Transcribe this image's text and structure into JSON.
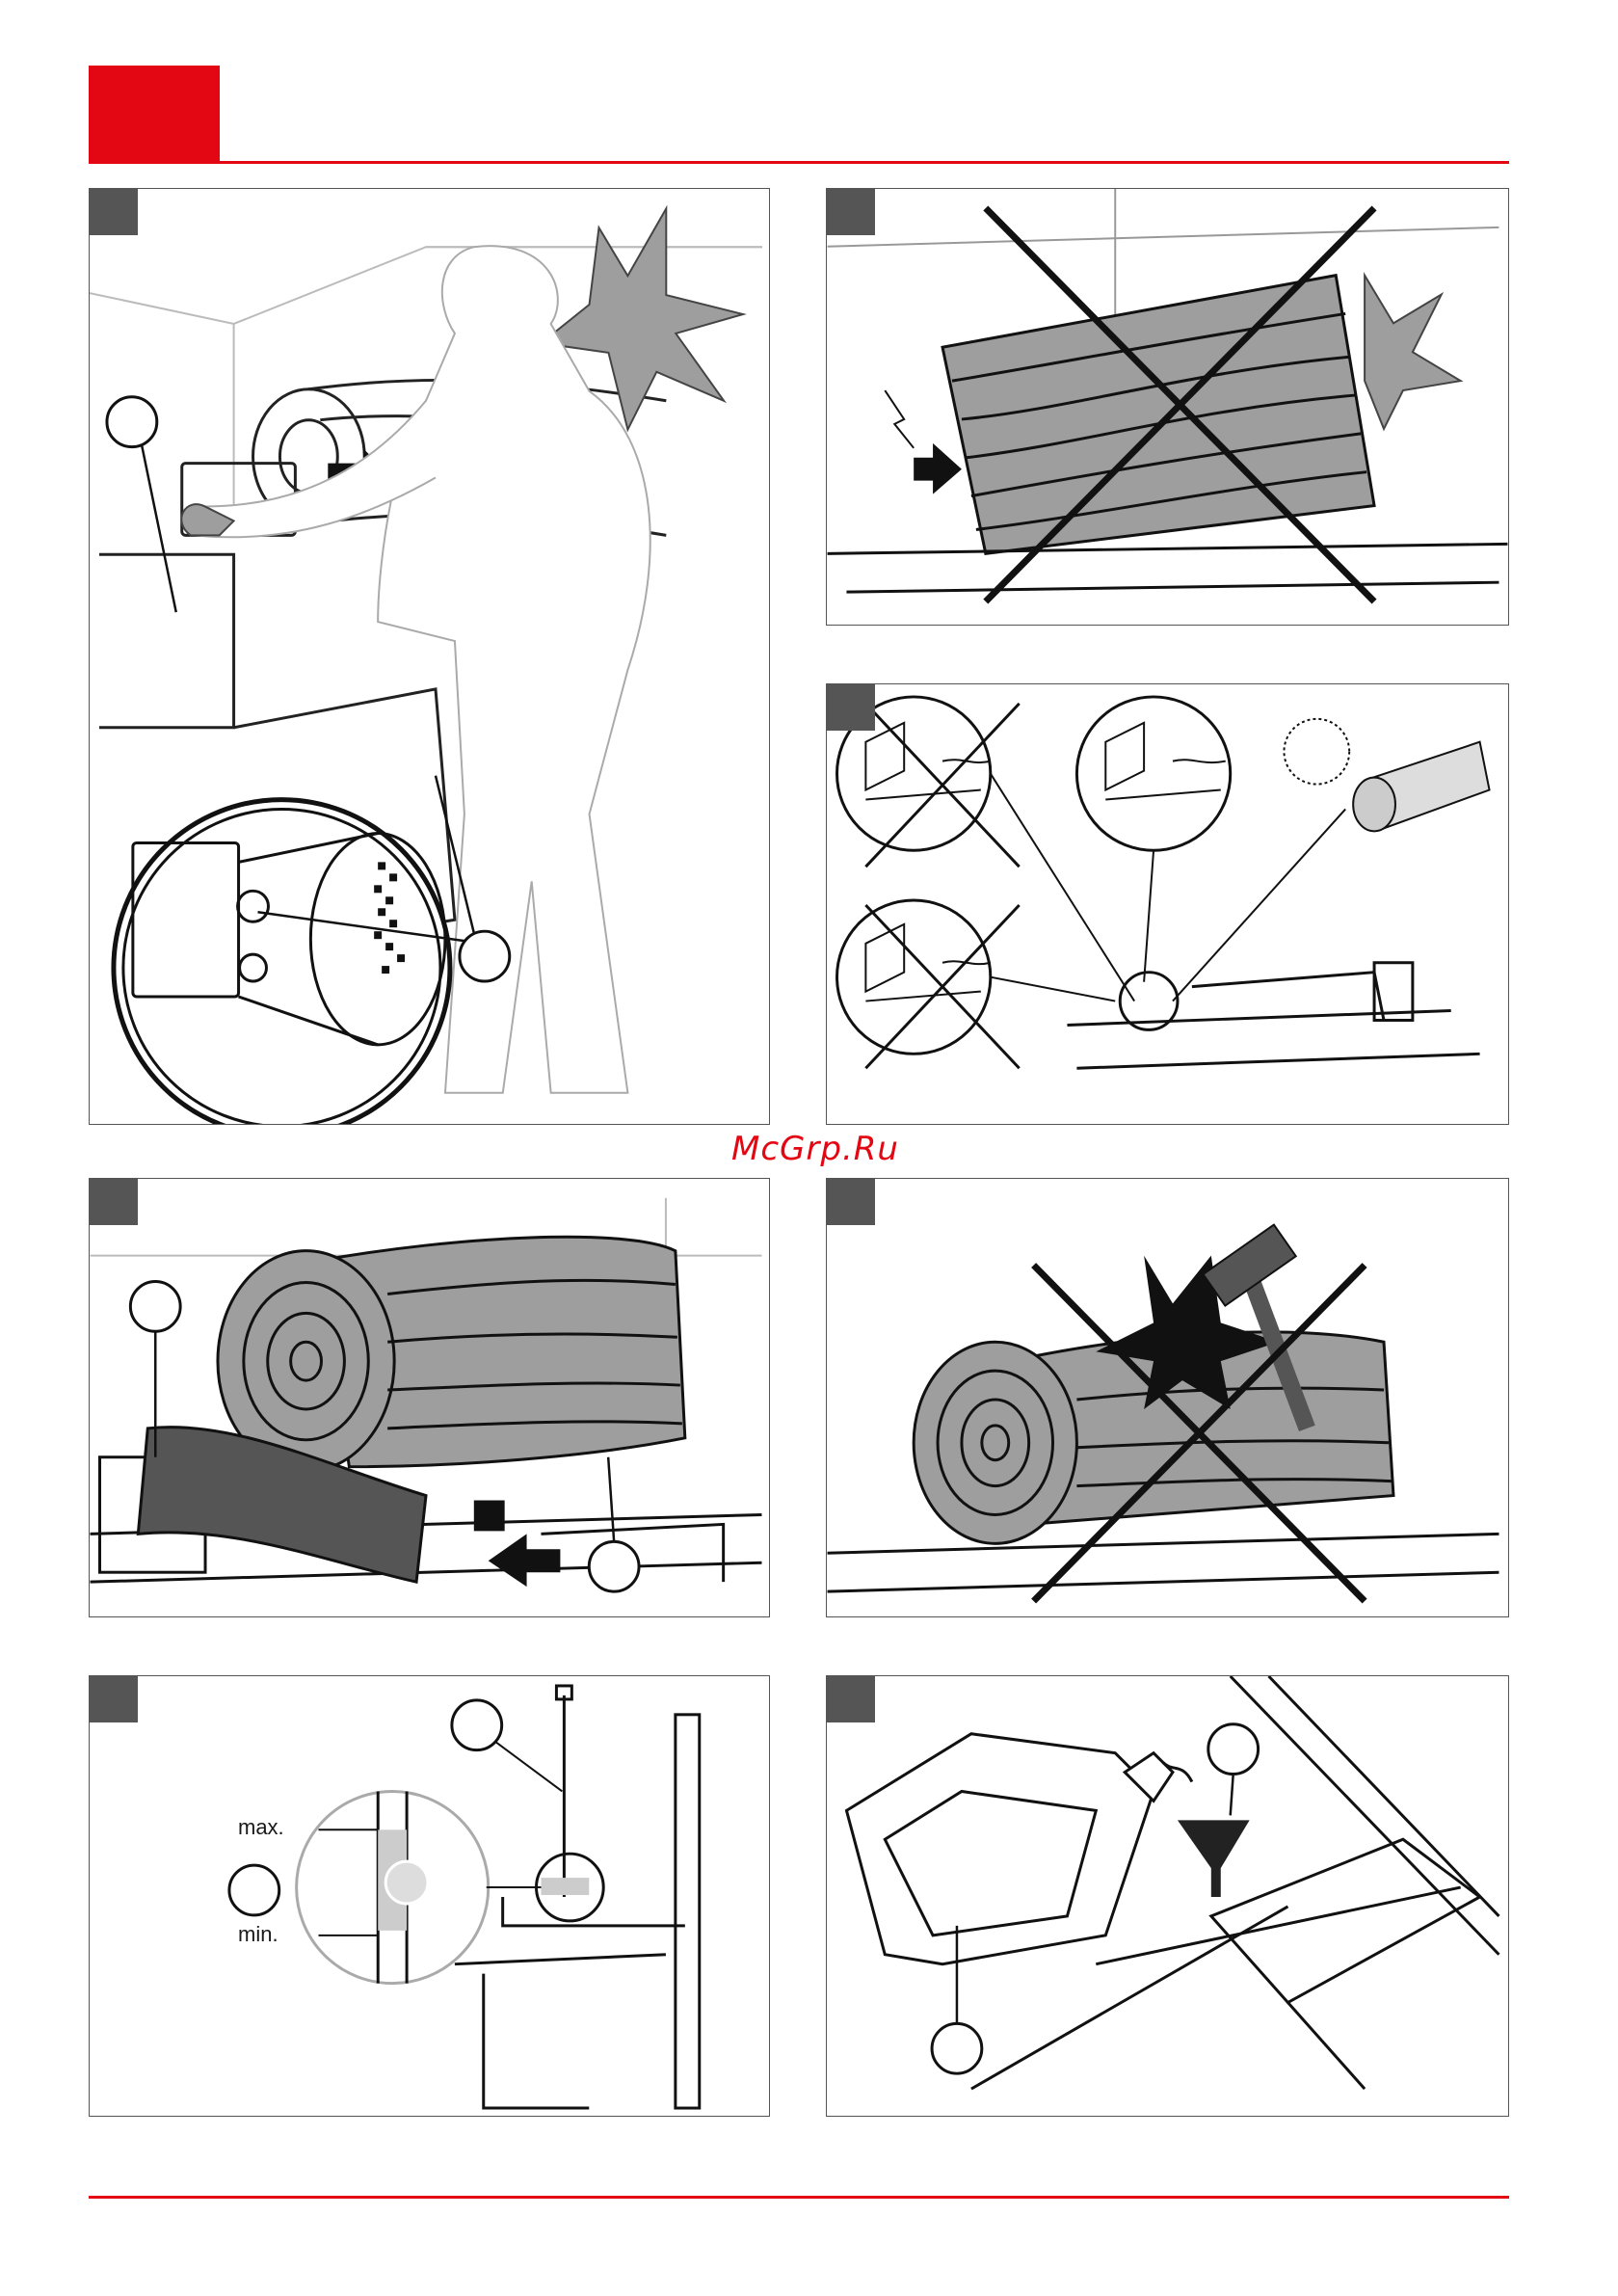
{
  "watermark": "McGrp.Ru",
  "colors": {
    "accent": "#e30613",
    "panel_border": "#555555",
    "tag": "#555555",
    "wood": "#9e9e9e"
  },
  "panels": [
    {
      "id": "start-motor",
      "callouts": 2
    },
    {
      "id": "log-jam-warning",
      "crossed": true
    },
    {
      "id": "log-cut-position",
      "crossed_options": 2
    },
    {
      "id": "log-load",
      "callouts": 1
    },
    {
      "id": "no-hammer-warning",
      "crossed": true
    },
    {
      "id": "oil-level-check",
      "callouts": 2
    },
    {
      "id": "oil-refill",
      "callouts": 2
    }
  ],
  "oil_gauge": {
    "max_label": "max.",
    "min_label": "min."
  },
  "icons": [
    "arrow-right-icon",
    "impact-burst-icon",
    "cross-out-icon",
    "magnifier-icon",
    "saw-blade-icon",
    "oil-canister-icon",
    "funnel-icon",
    "hammer-icon"
  ]
}
